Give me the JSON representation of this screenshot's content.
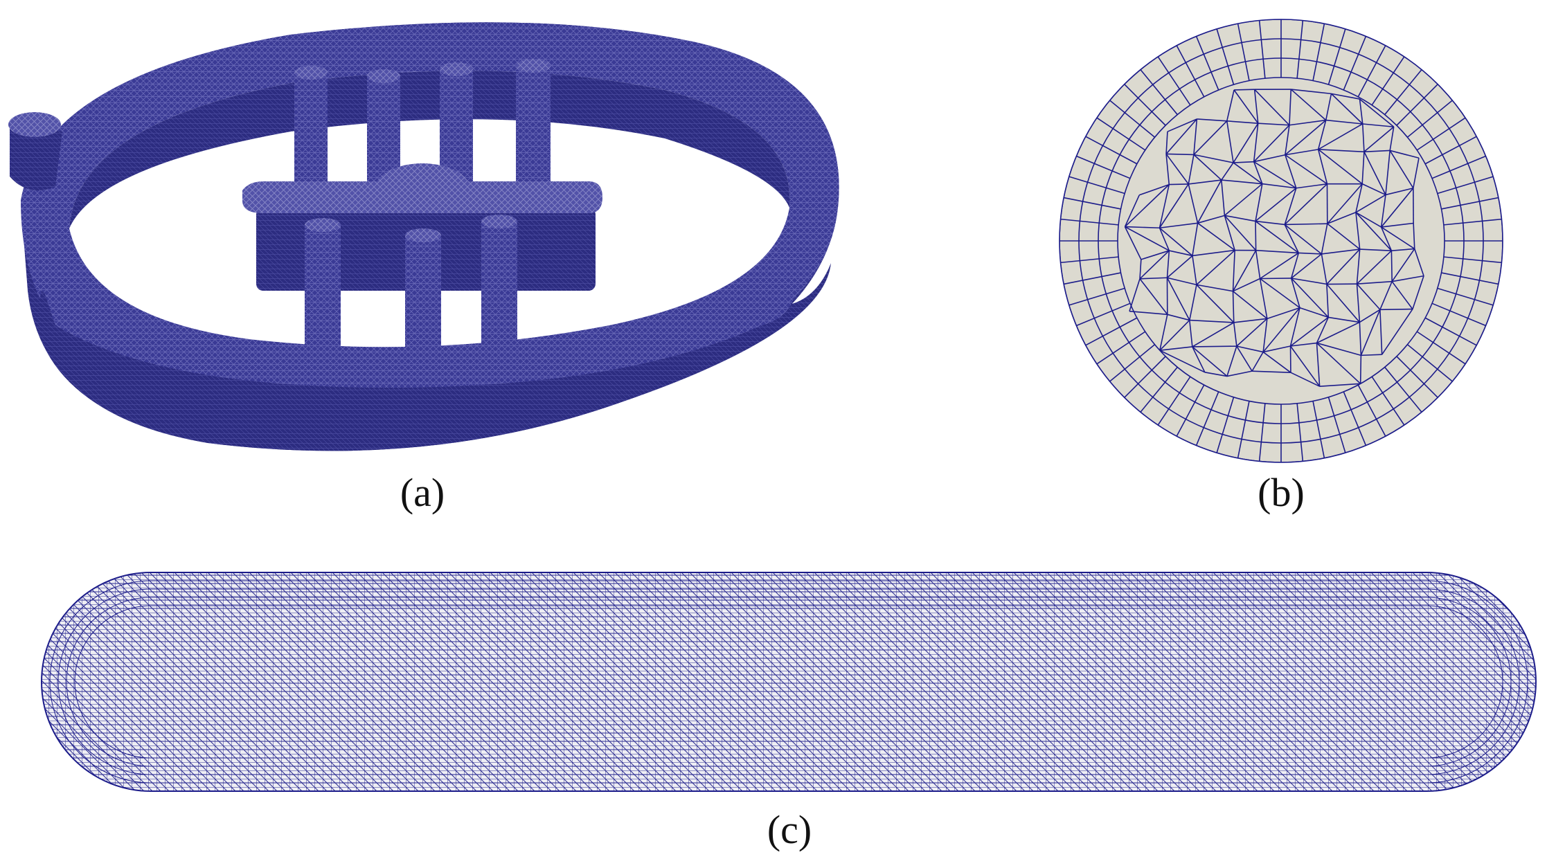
{
  "colors": {
    "mesh_line": "#1c1c8a",
    "mesh_dark": "#2c2c80",
    "mesh_mid": "#3a3a95",
    "mesh_light": "#5252a8",
    "fill_gray": "#dcdad0",
    "background": "#ffffff"
  },
  "panels": {
    "a": {
      "label": "(a)",
      "subject": "3d-casting-mesh"
    },
    "b": {
      "label": "(b)",
      "subject": "circular-cross-section-mesh"
    },
    "c": {
      "label": "(c)",
      "subject": "stadium-cross-section-mesh"
    }
  }
}
